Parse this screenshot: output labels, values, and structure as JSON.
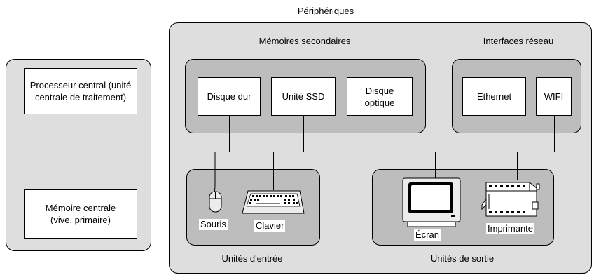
{
  "title": "Périphériques",
  "cpu_group": {
    "processeur": "Processeur central (unité centrale de traitement)",
    "memoire": "Mémoire centrale (vive, primaire)"
  },
  "peripheriques": {
    "memoires_secondaires": {
      "title": "Mémoires secondaires",
      "items": [
        "Disque dur",
        "Unité SSD",
        "Disque optique"
      ]
    },
    "interfaces_reseau": {
      "title": "Interfaces réseau",
      "items": [
        "Ethernet",
        "WIFI"
      ]
    },
    "unites_entree": {
      "title": "Unités d'entrée",
      "items": [
        "Souris",
        "Clavier"
      ]
    },
    "unites_sortie": {
      "title": "Unités de sortie",
      "items": [
        "Écran",
        "Imprimante"
      ]
    }
  }
}
